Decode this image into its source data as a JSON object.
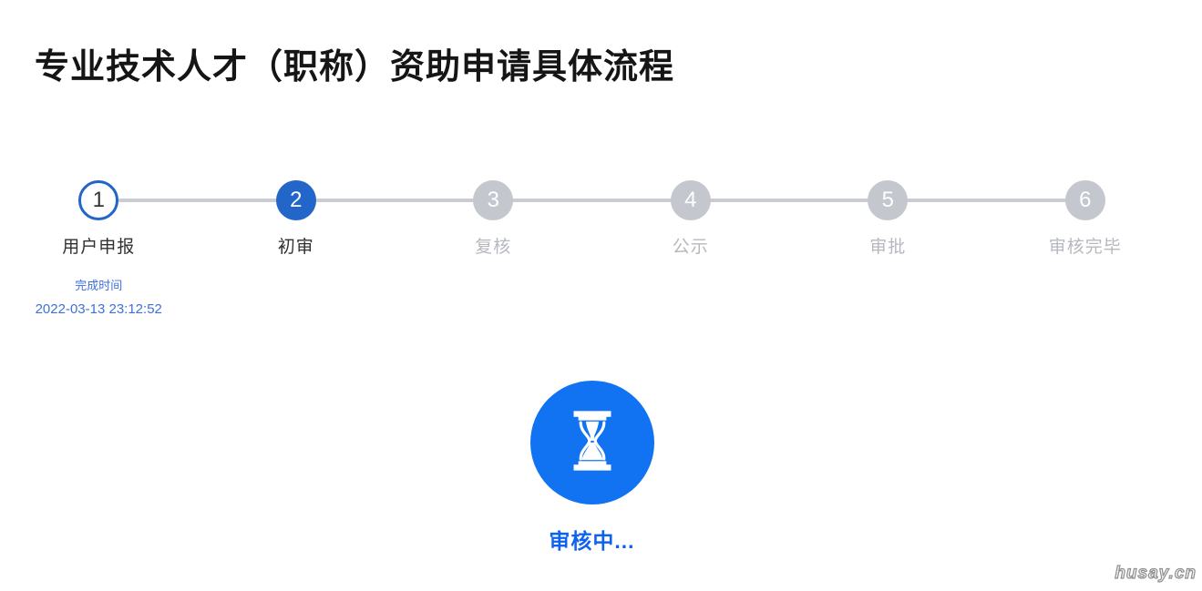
{
  "page": {
    "title": "专业技术人才（职称）资助申请具体流程",
    "watermark": "husay.cn"
  },
  "stepper": {
    "steps": [
      {
        "number": "1",
        "label": "用户申报",
        "state": "completed",
        "complete_time_label": "完成时间",
        "complete_time": "2022-03-13 23:12:52"
      },
      {
        "number": "2",
        "label": "初审",
        "state": "active"
      },
      {
        "number": "3",
        "label": "复核",
        "state": "pending"
      },
      {
        "number": "4",
        "label": "公示",
        "state": "pending"
      },
      {
        "number": "5",
        "label": "审批",
        "state": "pending"
      },
      {
        "number": "6",
        "label": "审核完毕",
        "state": "pending"
      }
    ]
  },
  "status": {
    "icon": "hourglass-icon",
    "label": "审核中..."
  },
  "colors": {
    "active_blue": "#2166c8",
    "status_circle_blue": "#1173f2",
    "status_text_blue": "#0e63ee",
    "time_text_blue": "#3f70d8",
    "inactive_gray": "#c4c7cd",
    "connector_gray": "#c9ccd2",
    "label_dark": "#303133",
    "label_gray": "#b5b8bf"
  }
}
